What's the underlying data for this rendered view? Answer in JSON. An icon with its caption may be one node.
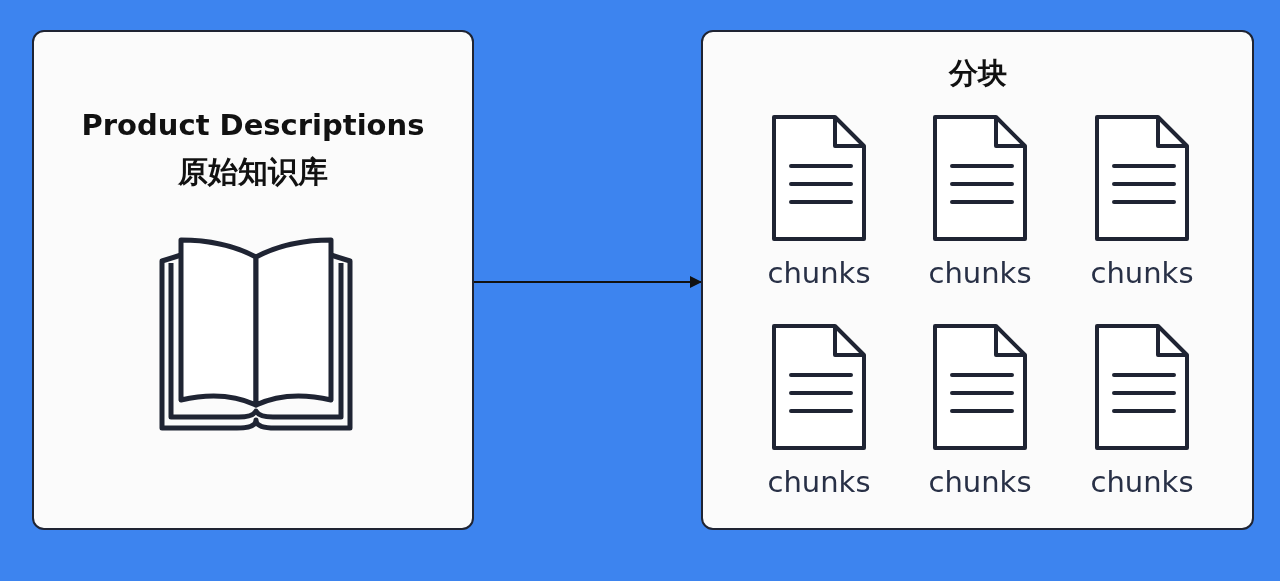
{
  "diagram": {
    "nodes": [
      {
        "text": [
          "Product Descriptions",
          "原始知识库"
        ]
      },
      {
        "text": [
          "分块"
        ]
      },
      {
        "text": [
          "chunks"
        ],
        "in": 1
      },
      {
        "text": [
          "chunks"
        ],
        "in": 1
      },
      {
        "text": [
          "chunks"
        ],
        "in": 1
      },
      {
        "text": [
          "chunks"
        ],
        "in": 1
      },
      {
        "text": [
          "chunks"
        ],
        "in": 1
      },
      {
        "text": [
          "chunks"
        ],
        "in": 1
      }
    ],
    "edges": [
      {
        "from": 0,
        "to": 1,
        "arrow": "to"
      }
    ]
  }
}
